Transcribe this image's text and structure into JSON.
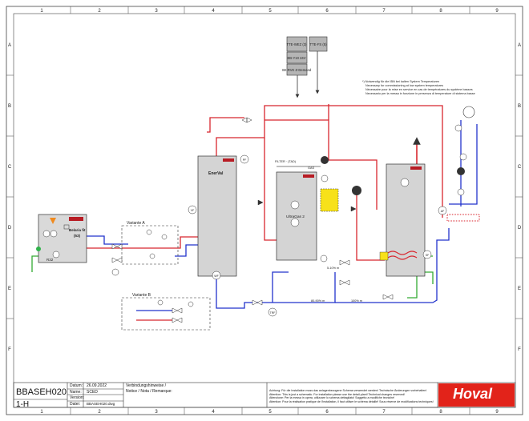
{
  "grid": {
    "cols": [
      "1",
      "2",
      "3",
      "4",
      "5",
      "6",
      "7",
      "8",
      "9"
    ],
    "rows": [
      "A",
      "B",
      "C",
      "D",
      "E",
      "F"
    ]
  },
  "devices": {
    "belaria": {
      "name": "Belaria fit",
      "size": "(53)",
      "sub": "R32"
    },
    "enerval": {
      "name": "EnerVal"
    },
    "ultragas": {
      "name": "UltraGas 2"
    },
    "filter": {
      "label": "FILTER · (TAD)",
      "gas": "GAS"
    }
  },
  "variants": {
    "a": "Variante A",
    "b": "Variante B"
  },
  "modules": [
    {
      "id": "tte-we2",
      "text": "TTE-WEZ (3)"
    },
    {
      "id": "tte-fs",
      "text": "TTE-FS (5)"
    },
    {
      "id": "eb-y10",
      "text": "EB-Y10 24V"
    },
    {
      "id": "se-rvk",
      "text": "SE-RVK Z-Demand"
    }
  ],
  "sensor_labels": [
    "PF",
    "VF",
    "WF",
    "AF",
    "KF",
    "SF",
    "TWF",
    "TRF",
    "SLF"
  ],
  "pipe_labels": [
    "80-90% m",
    "100% m",
    "5-10% m"
  ],
  "notes": [
    "*) Notwendig für die IBN bei kalten System Temperaturen",
    "Necessary for commissioning at low system temperatures",
    "Nécessaire pour la mise en service en cas de températures du système basses",
    "Necessario per la messa in funzione in presenza di temperature di sistema basse"
  ],
  "titleblock": {
    "drawing_no": "BBASEH020",
    "code": "1-H",
    "date_label": "Datum:",
    "date_value": "26.09.2022",
    "name_label": "Name:",
    "name_value": "SCED",
    "version_label": "Version:",
    "version_value": "",
    "file_label": "Datei:",
    "file_value": "BBASEH020.dwg",
    "remarks_title": "Verbindungshinweise /",
    "remarks_sub": "Notice / Nota / Remarque:",
    "disclaimer": [
      "Achtung: Für die Installation muss das anlagenbezogene Schema verwendet werden! Technische Änderungen vorbehalten!",
      "Attention: This is just a schematic. For installation please use the detail-plant! Technical changes reserved!",
      "Attenzione: Per la messa in opera, utilizzare lo schema dettagliato! Soggetto a modifiche tecniche!",
      "Attention: Pour la réalisation pratique de l'installation, il faut utiliser le schéma détaillé! Sous réserve de modifications techniques!"
    ],
    "brand": "Hoval"
  },
  "colors": {
    "hot": "#d8262e",
    "cold": "#2233cc",
    "return": "#33aa33",
    "brand": "#e2231a"
  }
}
